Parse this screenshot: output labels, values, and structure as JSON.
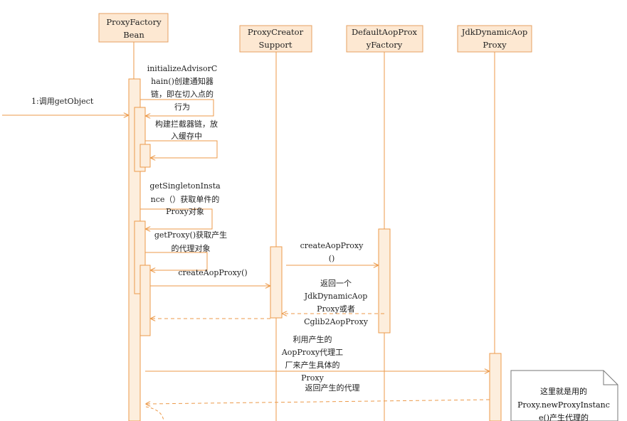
{
  "colors": {
    "line": "#ec9a4a",
    "box_fill": "#fde8d2",
    "box_stroke": "#e6a062",
    "activation_fill": "#fdeedd",
    "note_fill": "#ffffff"
  },
  "participants": [
    {
      "line1": "ProxyFactory",
      "line2": "Bean"
    },
    {
      "line1": "ProxyCreator",
      "line2": "Support"
    },
    {
      "line1": "DefaultAopProx",
      "line2": "yFactory"
    },
    {
      "line1": "JdkDynamicAop",
      "line2": "Proxy"
    }
  ],
  "messages": {
    "m1": {
      "line1": "1:调用getObject"
    },
    "m2": {
      "line1": "initializeAdvisorC",
      "line2": "hain()创建通知器",
      "line3": "链，即在切入点的",
      "line4": "行为"
    },
    "m3": {
      "line1": "构建拦截器链，放",
      "line2": "入缓存中"
    },
    "m4": {
      "line1": "getSingletonInsta",
      "line2": "nce（）获取单件的",
      "line3": "Proxy对象"
    },
    "m5": {
      "line1": "getProxy()获取产生",
      "line2": "的代理对象"
    },
    "m6": {
      "line1": "createAopProxy()"
    },
    "m7": {
      "line1": "createAopProxy",
      "line2": "()"
    },
    "m8": {
      "line1": "返回一个",
      "line2": "JdkDynamicAop",
      "line3": "Proxy或者",
      "line4": "Cglib2AopProxy"
    },
    "m9": {
      "line1": "利用产生的",
      "line2": "AopProxy代理工",
      "line3": "厂来产生具体的",
      "line4": "Proxy"
    },
    "m10": {
      "line1": "返回产生的代理"
    }
  },
  "note": {
    "line1": "这里就是用的",
    "line2": "Proxy.newProxyInstanc",
    "line3": "e()产生代理的"
  }
}
